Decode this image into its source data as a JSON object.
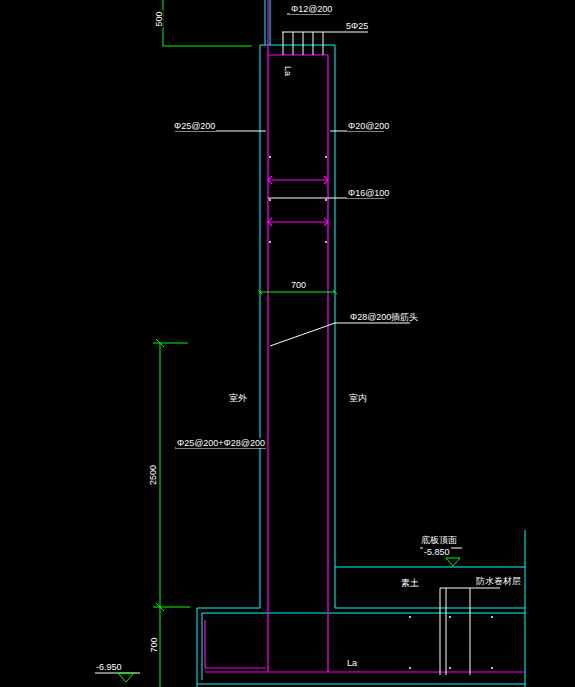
{
  "diagram": {
    "labels": [
      "500",
      "Φ12@200",
      "5Φ25",
      "La",
      "Φ25@200",
      "Φ20@200",
      "Φ16@100",
      "700",
      "Φ28@200插筋头",
      "室外",
      "室内",
      "Φ25@200+Φ28@200",
      "2500",
      "底板顶面",
      "-5.850",
      "素土",
      "防水卷材层",
      "700",
      "La",
      "-6.950"
    ]
  }
}
